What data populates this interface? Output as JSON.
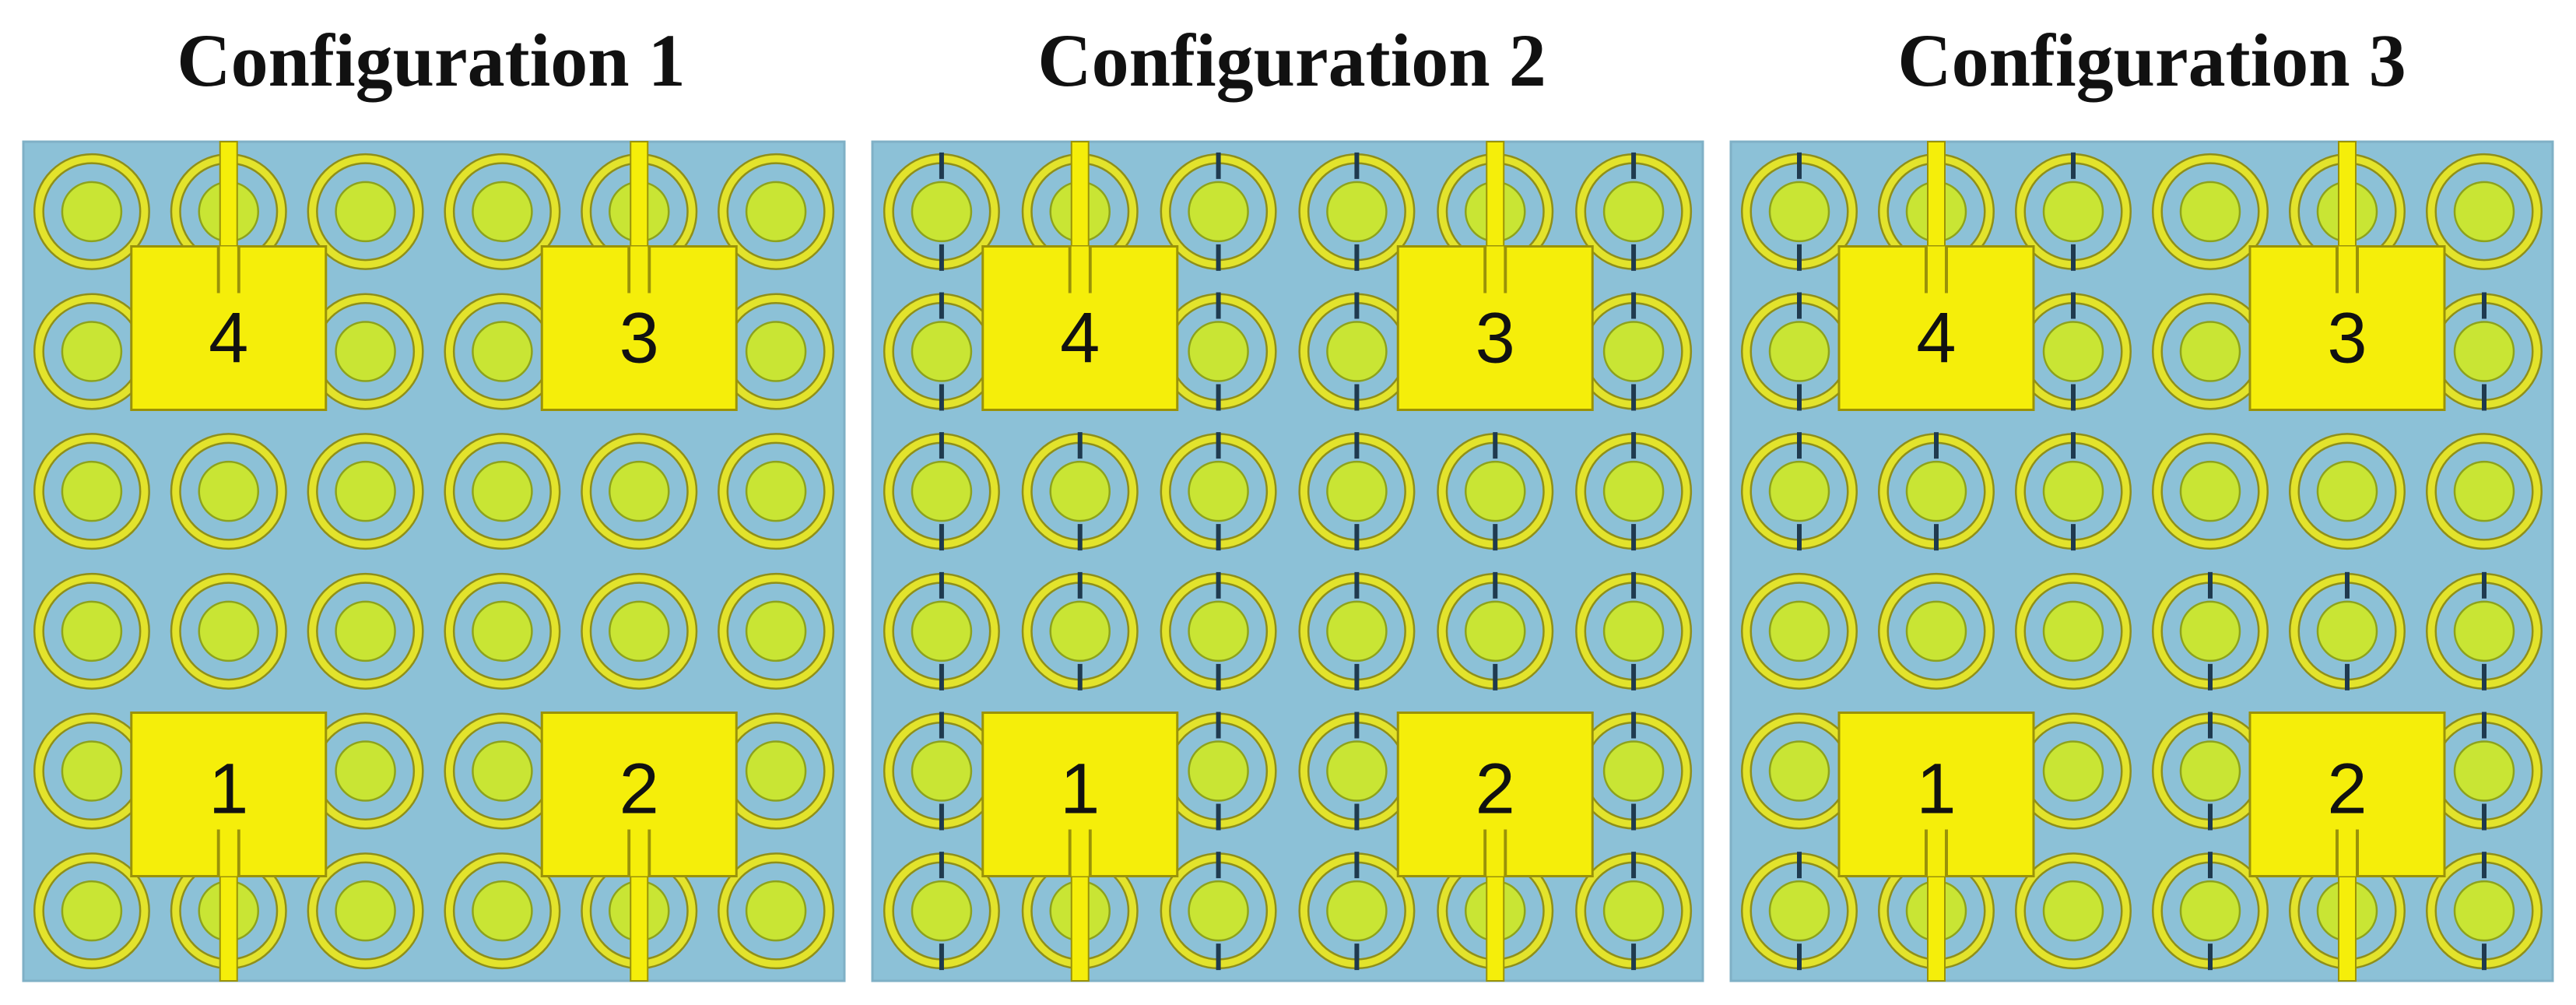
{
  "colors": {
    "substrate": "#8cc1d7",
    "substrate_edge": "#7fb0c6",
    "ring": "#e3e32c",
    "ring_edge": "#8f8f1a",
    "via_fill": "#c9e534",
    "via_edge": "#8da21d",
    "patch": "#f5ee0a",
    "patch_edge": "#9a9208",
    "feed": "#f5ee0a",
    "slit": "#1f3a4f"
  },
  "panels": [
    {
      "title": "Configuration 1",
      "slits": [
        [
          false,
          false,
          false,
          false,
          false,
          false
        ],
        [
          false,
          false,
          false,
          false,
          false,
          false
        ],
        [
          false,
          false,
          false,
          false,
          false,
          false
        ],
        [
          false,
          false,
          false,
          false,
          false,
          false
        ],
        [
          false,
          false,
          false,
          false,
          false,
          false
        ],
        [
          false,
          false,
          false,
          false,
          false,
          false
        ]
      ],
      "ports": [
        {
          "label": "4",
          "feed": "top"
        },
        {
          "label": "3",
          "feed": "top"
        },
        {
          "label": "1",
          "feed": "bottom"
        },
        {
          "label": "2",
          "feed": "bottom"
        }
      ]
    },
    {
      "title": "Configuration 2",
      "slits": [
        [
          true,
          true,
          true,
          true,
          true,
          true
        ],
        [
          true,
          true,
          true,
          true,
          true,
          true
        ],
        [
          true,
          true,
          true,
          true,
          true,
          true
        ],
        [
          true,
          true,
          true,
          true,
          true,
          true
        ],
        [
          true,
          true,
          true,
          true,
          true,
          true
        ],
        [
          true,
          true,
          true,
          true,
          true,
          true
        ]
      ],
      "ports": [
        {
          "label": "4",
          "feed": "top"
        },
        {
          "label": "3",
          "feed": "top"
        },
        {
          "label": "1",
          "feed": "bottom"
        },
        {
          "label": "2",
          "feed": "bottom"
        }
      ]
    },
    {
      "title": "Configuration 3",
      "slits": [
        [
          true,
          true,
          true,
          false,
          true,
          false
        ],
        [
          true,
          true,
          true,
          false,
          true,
          true
        ],
        [
          true,
          true,
          true,
          false,
          false,
          false
        ],
        [
          false,
          false,
          false,
          true,
          true,
          true
        ],
        [
          false,
          false,
          false,
          true,
          true,
          true
        ],
        [
          true,
          true,
          false,
          true,
          true,
          true
        ]
      ],
      "ports": [
        {
          "label": "4",
          "feed": "top"
        },
        {
          "label": "3",
          "feed": "top"
        },
        {
          "label": "1",
          "feed": "bottom"
        },
        {
          "label": "2",
          "feed": "bottom"
        }
      ]
    }
  ]
}
